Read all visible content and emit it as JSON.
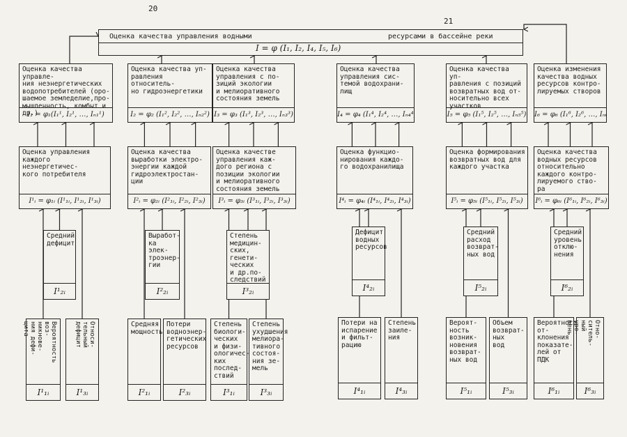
{
  "page_numbers": {
    "left": "20",
    "right": "21"
  },
  "top": {
    "title_left": "Оценка качества управления водными",
    "title_right": "ресурсами в бассейне реки",
    "formula": "I = φ (I₁, I₂, I₄, I₅, I₆)"
  },
  "level1": [
    {
      "text": "Оценка качества управле-\nния неэнергетических\nводопотребителей (оро-\nшаемое земледелие,про-\nмышленность, комбыт и\nдр.)",
      "formula": "I₁ = φ₁(I₁¹, I₂¹, …, Iₙ₁¹)"
    },
    {
      "text": "Оценка качества уп-\nравления относитель-\nно гидроэнергетики",
      "formula": "I₂ = φ₂ (I₁², I₂², …, Iₙ₂²)"
    },
    {
      "text": "Оценка качества\nуправления с по-\nзиций экологии\nи мелиоративного\nсостояния земель",
      "formula": "I₃ = φ₃ (I₁³, I₂³, …, Iₙ₃³)"
    },
    {
      "text": "Оценка качества\nуправления сис-\nтемой водохрани-\nлищ",
      "formula": "I₄ = φ₄ (I₁⁴, I₂⁴, …, Iₙ₄⁴)"
    },
    {
      "text": "Оценка качества уп-\nравления с позиций\nвозвратных вод от-\nносительно всех\nучастков",
      "formula": "I₅ = φ₅ (I₁⁵, I₂⁵, …, Iₙ₅⁵)"
    },
    {
      "text": "Оценка изменения\nкачества водных\nресурсов контро-\nлируемых створов",
      "formula": "I₆ = φ₆ (I₁⁶, I₂⁶, …, Iₙ₆⁶)"
    }
  ],
  "level2": [
    {
      "text": "Оценка управления\nкаждого неэнергетичес-\nкого потребителя",
      "formula": "I¹ᵢ = φ₁ᵢ (I¹₁ᵢ, I¹₂ᵢ, I¹₃ᵢ)"
    },
    {
      "text": "Оценка качества\nвыработки электро-\nэнергии каждой\nгидроэлектростан-\nции",
      "formula": "I²ᵢ = φ₂ᵢ (I²₁ᵢ, I²₂ᵢ, I²₃ᵢ)"
    },
    {
      "text": "Оценка качестве\nуправления каж-\nдого региона с\nпозиции экологии\nи мелиоративного\nсостояния земель",
      "formula": "I³ᵢ = φ₃ᵢ (I³₁ᵢ, I³₂ᵢ, I³₃ᵢ)"
    },
    {
      "text": "Оценка функцио-\nнирования каждо-\nго водохранилища",
      "formula": "I⁴ᵢ = φ₄ᵢ (I⁴₁ᵢ, I⁴₂ᵢ, I⁴₃ᵢ)"
    },
    {
      "text": "Оценка формирования\nвозвратных вод для\nкаждого участка",
      "formula": "I⁵ᵢ = φ₅ᵢ (I⁵₁ᵢ, I⁵₂ᵢ, I⁵₃ᵢ)"
    },
    {
      "text": "Оценка качества\nводных ресурсов\nотносительно\nкаждого контро-\nлируемого ство-\nра",
      "formula": "I⁶ᵢ = φ₆ᵢ (I⁶₁ᵢ, I⁶₂ᵢ, I⁶₃ᵢ)"
    }
  ],
  "level3": [
    {
      "text": "Средний\nдефицит",
      "index": "I¹₂ᵢ"
    },
    {
      "text": "Выработ-\nка элек-\nтроэнер-\nгии",
      "index": "I²₂ᵢ"
    },
    {
      "text": "Степень\nмедицин-\nских,\nгенети-\nческих\nи др.по-\nследствий",
      "index": "I³₂ᵢ"
    },
    {
      "text": "Дефицит\nводных\nресурсов",
      "index": "I⁴₂ᵢ"
    },
    {
      "text": "Средний\nрасход\nвозврат-\nных вод",
      "index": "I⁵₂ᵢ"
    },
    {
      "text": "Средний\nуровень\nотклю-\nнения",
      "index": "I⁶₂ᵢ"
    }
  ],
  "level4": [
    {
      "text": "Вероятность\nвоз-\nникнове-\nния дефи-\nцита",
      "index": "I¹₁ᵢ"
    },
    {
      "text": "Относи-\nтельный\nдефицит",
      "index": "I¹₃ᵢ"
    },
    {
      "text": "Средняя\nмощность",
      "index": "I²₁ᵢ"
    },
    {
      "text": "Потери\nводноэнер-\nгетических\nресурсов",
      "index": "I²₃ᵢ"
    },
    {
      "text": "Степень\nбиологи-\nческих\nи физи-\nологичес-\nких\nпослед-\nствий",
      "index": "I³₁ᵢ"
    },
    {
      "text": "Степень\nухудшения\nмелиора-\nтивного\nсостоя-\nния зе-\nмель",
      "index": "I³₃ᵢ"
    },
    {
      "text": "Потери на\nиспарение\nи фильт-\nрацию",
      "index": "I⁴₁ᵢ"
    },
    {
      "text": "Степень\nзаиле-\nния",
      "index": "I⁴₃ᵢ"
    },
    {
      "text": "Вероят-\nность\nвозник-\nновения\nвозврат-\nных вод",
      "index": "I⁵₁ᵢ"
    },
    {
      "text": "Объем\nвозврат-\nных\nвод",
      "index": "I⁵₃ᵢ"
    },
    {
      "text": "Вероятность от-\nклонения\nпоказате-\nлей от\nПДК",
      "index": "I⁶₁ᵢ"
    },
    {
      "text": "Отно-\nситель-\nный\nуро-\nвень",
      "index": "I⁶₃ᵢ"
    }
  ]
}
